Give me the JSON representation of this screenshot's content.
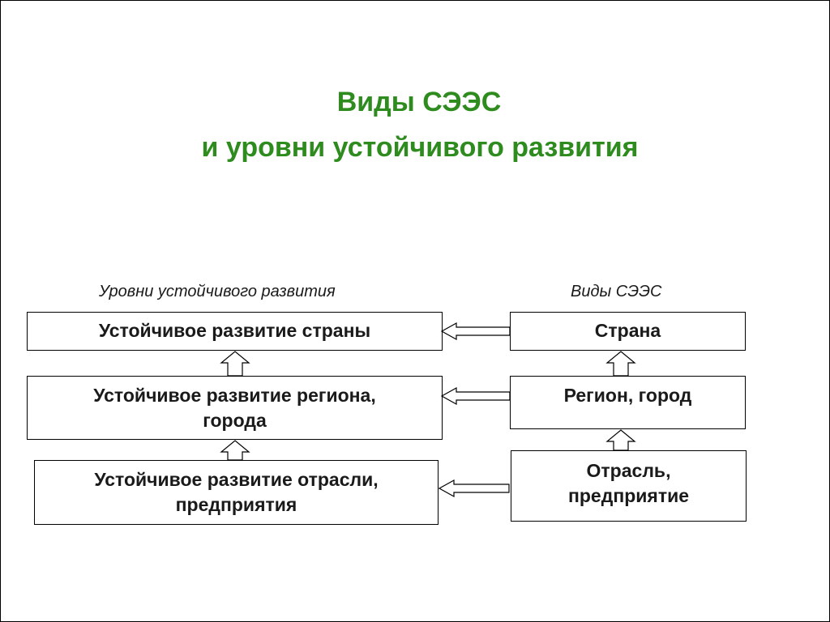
{
  "title": {
    "line1": "Виды СЭЭС",
    "line2": "и уровни устойчивого развития"
  },
  "captions": {
    "left": "Уровни устойчивого развития",
    "right": "Виды СЭЭС"
  },
  "levels": [
    {
      "lines": [
        "Устойчивое развитие страны"
      ]
    },
    {
      "lines": [
        "Устойчивое развитие региона,",
        "города"
      ]
    },
    {
      "lines": [
        "Устойчивое развитие отрасли,",
        "предприятия"
      ]
    }
  ],
  "types": [
    {
      "lines": [
        "Страна"
      ]
    },
    {
      "lines": [
        "Регион, город"
      ]
    },
    {
      "lines": [
        "Отрасль,",
        "предприятие"
      ]
    }
  ],
  "colors": {
    "title": "#2e8b1e",
    "text": "#1a1a1a",
    "border": "#000000"
  }
}
